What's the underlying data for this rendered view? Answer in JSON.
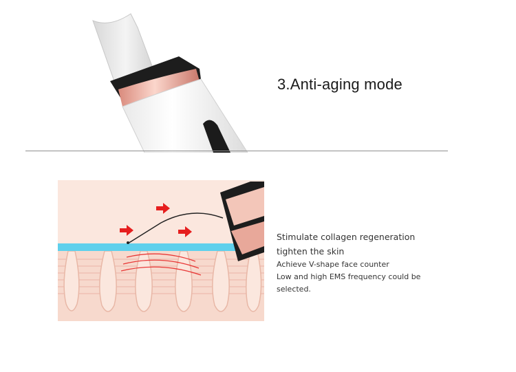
{
  "heading": {
    "title": "3.Anti-aging mode"
  },
  "description": {
    "line1": "Stimulate collagen regeneration",
    "line2": "tighten the skin",
    "line3": "Achieve V-shape face counter",
    "line4": "Low and high EMS frequency could be",
    "line5": "selected."
  },
  "icons": {
    "device": "skin-scrubber-device-icon",
    "probe": "device-probe-head-icon",
    "arrow": "red-arrow-icon",
    "waves": "red-wave-icon"
  },
  "colors": {
    "skin_background": "#fbe7de",
    "skin_surface": "#5fd0ec",
    "arrow": "#e61e1e",
    "rose_gold": "#e8a89a"
  }
}
